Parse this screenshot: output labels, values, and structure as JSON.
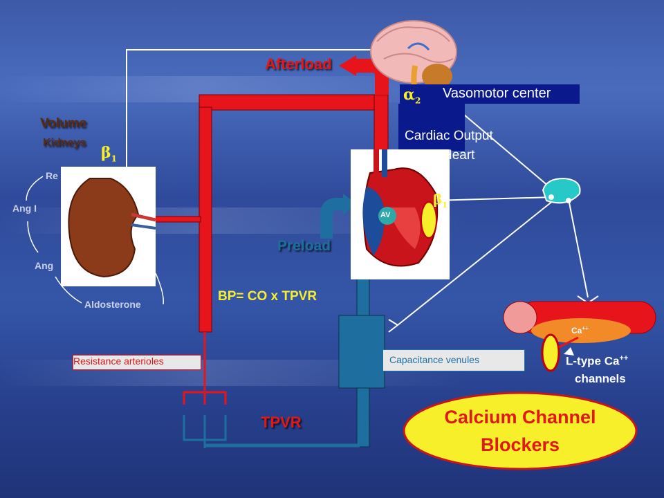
{
  "labels": {
    "afterload": "Afterload",
    "vasomotor_center": "Vasomotor center",
    "alpha2": "α",
    "alpha2_sub": "2",
    "cardiac_output": "Cardiac Output",
    "heart": "Heart",
    "volume": "Volume",
    "kidneys": "Kidneys",
    "beta1_kidney": "β",
    "beta1_kidney_sub": "1",
    "beta1_heart": "β",
    "beta1_heart_sub": "1",
    "renin": "Re",
    "ang1": "Ang I",
    "ang2": "Ang",
    "aldosterone": "Aldosterone",
    "av": "AV",
    "preload": "Preload",
    "bp_equation": "BP= CO x TPVR",
    "resistance_arterioles": "Resistance arterioles",
    "capacitance_venules": "Capacitance venules",
    "ca_ion": "Ca",
    "ca_ion_sup": "++",
    "ltype_line1": "L-type Ca",
    "ltype_sup": "++",
    "ltype_line2": "channels",
    "tpvr": "TPVR",
    "ccb_line1": "Calcium Channel",
    "ccb_line2": "Blockers"
  },
  "colors": {
    "vessel_red": "#e8141c",
    "vessel_blue": "#1e6fa0",
    "label_red": "#e01818",
    "label_brown": "#5a2a10",
    "ellipse_yellow": "#f7ef2a",
    "vasomotor_box": "#0a1a8c"
  }
}
